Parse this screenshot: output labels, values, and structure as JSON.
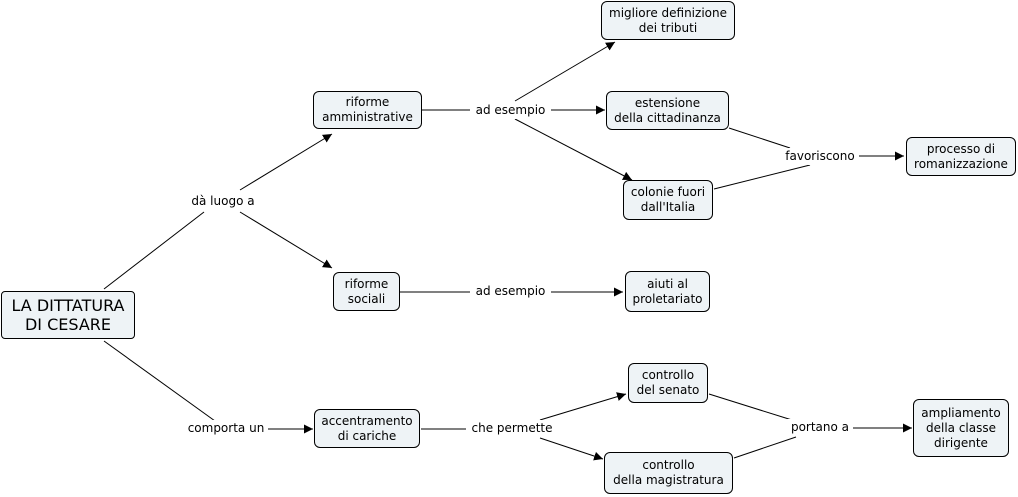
{
  "concept_map": {
    "root": "LA DITTATURA\nDI CESARE",
    "concepts": {
      "riforme_amministrative": "riforme\namministrative",
      "riforme_sociali": "riforme\nsociali",
      "accentramento": "accentramento\ndi cariche",
      "migliore_definizione": "migliore definizione\ndei tributi",
      "estensione": "estensione\ndella cittadinanza",
      "colonie": "colonie fuori\ndall'Italia",
      "processo": "processo di\nromanizzazione",
      "aiuti": "aiuti al\nproletariato",
      "controllo_senato": "controllo\ndel senato",
      "controllo_magistratura": "controllo\ndella magistratura",
      "ampliamento": "ampliamento\ndella classe\ndirigente"
    },
    "linking_phrases": {
      "da_luogo_a": "dà luogo a",
      "ad_esempio_1": "ad esempio",
      "ad_esempio_2": "ad esempio",
      "favoriscono": "favoriscono",
      "comporta_un": "comporta un",
      "che_permette": "che permette",
      "portano_a": "portano a"
    }
  }
}
